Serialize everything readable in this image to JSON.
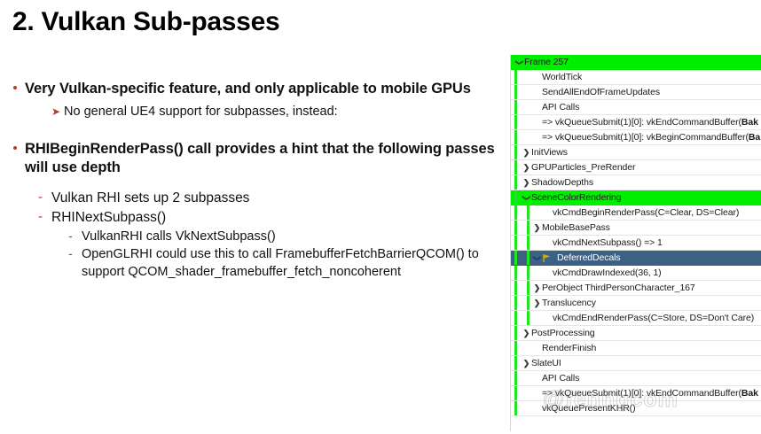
{
  "slide": {
    "title": "2. Vulkan Sub-passes",
    "bullets": [
      {
        "level": 1,
        "text": "Very Vulkan-specific feature, and only applicable to mobile GPUs"
      },
      {
        "level": 2,
        "marker": "➤",
        "text": "No general UE4 support for subpasses, instead:"
      },
      {
        "level": 1,
        "text": "RHIBeginRenderPass() call provides a hint that the following passes will use depth"
      },
      {
        "level": 3,
        "marker": "-",
        "text": "Vulkan RHI sets up 2 subpasses"
      },
      {
        "level": 3,
        "marker": "-",
        "text": "RHINextSubpass()"
      },
      {
        "level": 4,
        "marker": "-",
        "text": "VulkanRHI calls VkNextSubpass()"
      },
      {
        "level": 4,
        "marker": "-",
        "text": "OpenGLRHI could use this to call FramebufferFetchBarrierQCOM() to support QCOM_shader_framebuffer_fetch_noncoherent"
      }
    ]
  },
  "colors": {
    "bullet_red": "#c0392b",
    "highlight_green": "#00ee00",
    "guide_green": "#22e522",
    "selection_blue": "#3d6185",
    "flag_yellow": "#c8b400"
  },
  "tree": {
    "rows": [
      {
        "label": "Frame 257",
        "chevron": "down",
        "indent": 0,
        "state": "highlight",
        "bars": 0,
        "flag": false
      },
      {
        "label": "WorldTick",
        "chevron": "none",
        "indent": 2,
        "state": "normal",
        "bars": 1,
        "flag": false
      },
      {
        "label": "SendAllEndOfFrameUpdates",
        "chevron": "none",
        "indent": 2,
        "state": "normal",
        "bars": 1,
        "flag": false
      },
      {
        "label": "API Calls",
        "chevron": "none",
        "indent": 2,
        "state": "normal",
        "bars": 1,
        "flag": false
      },
      {
        "label": "=> vkQueueSubmit(1)[0]: vkEndCommandBuffer(",
        "label_bold": "Bak",
        "chevron": "none",
        "indent": 2,
        "state": "normal",
        "bars": 1,
        "flag": false
      },
      {
        "label": "=> vkQueueSubmit(1)[0]: vkBeginCommandBuffer(",
        "label_bold": "Ba",
        "chevron": "none",
        "indent": 2,
        "state": "normal",
        "bars": 1,
        "flag": false
      },
      {
        "label": "InitViews",
        "chevron": "right",
        "indent": 1,
        "state": "normal",
        "bars": 1,
        "flag": false
      },
      {
        "label": "GPUParticles_PreRender",
        "chevron": "right",
        "indent": 1,
        "state": "normal",
        "bars": 1,
        "flag": false
      },
      {
        "label": "ShadowDepths",
        "chevron": "right",
        "indent": 1,
        "state": "normal",
        "bars": 1,
        "flag": false
      },
      {
        "label": "SceneColorRendering",
        "chevron": "down",
        "indent": 1,
        "state": "highlight",
        "bars": 1,
        "flag": false
      },
      {
        "label": "vkCmdBeginRenderPass(C=Clear, DS=Clear)",
        "chevron": "none",
        "indent": 3,
        "state": "normal",
        "bars": 2,
        "flag": false
      },
      {
        "label": "MobileBasePass",
        "chevron": "right",
        "indent": 2,
        "state": "normal",
        "bars": 2,
        "flag": false
      },
      {
        "label": "vkCmdNextSubpass() => 1",
        "chevron": "none",
        "indent": 3,
        "state": "normal",
        "bars": 2,
        "flag": false
      },
      {
        "label": "DeferredDecals",
        "chevron": "down",
        "indent": 2,
        "state": "selected",
        "bars": 2,
        "flag": true
      },
      {
        "label": "vkCmdDrawIndexed(36, 1)",
        "chevron": "none",
        "indent": 3,
        "state": "normal",
        "bars": 2,
        "flag": false
      },
      {
        "label": "PerObject ThirdPersonCharacter_167",
        "chevron": "right",
        "indent": 2,
        "state": "normal",
        "bars": 2,
        "flag": false
      },
      {
        "label": "Translucency",
        "chevron": "right",
        "indent": 2,
        "state": "normal",
        "bars": 2,
        "flag": false
      },
      {
        "label": "vkCmdEndRenderPass(C=Store, DS=Don't Care)",
        "chevron": "none",
        "indent": 3,
        "state": "normal",
        "bars": 2,
        "flag": false
      },
      {
        "label": "PostProcessing",
        "chevron": "right",
        "indent": 1,
        "state": "normal",
        "bars": 1,
        "flag": false
      },
      {
        "label": "RenderFinish",
        "chevron": "none",
        "indent": 2,
        "state": "normal",
        "bars": 1,
        "flag": false
      },
      {
        "label": "SlateUI",
        "chevron": "right",
        "indent": 1,
        "state": "normal",
        "bars": 1,
        "flag": false
      },
      {
        "label": "API Calls",
        "chevron": "none",
        "indent": 2,
        "state": "normal",
        "bars": 1,
        "flag": false
      },
      {
        "label": "=> vkQueueSubmit(1)[0]: vkEndCommandBuffer(",
        "label_bold": "Bak",
        "chevron": "none",
        "indent": 2,
        "state": "normal",
        "bars": 1,
        "flag": false
      },
      {
        "label": "vkQueuePresentKHR()",
        "chevron": "none",
        "indent": 2,
        "state": "normal",
        "bars": 1,
        "flag": false
      }
    ]
  },
  "watermark": {
    "text": "@fenngcom"
  }
}
